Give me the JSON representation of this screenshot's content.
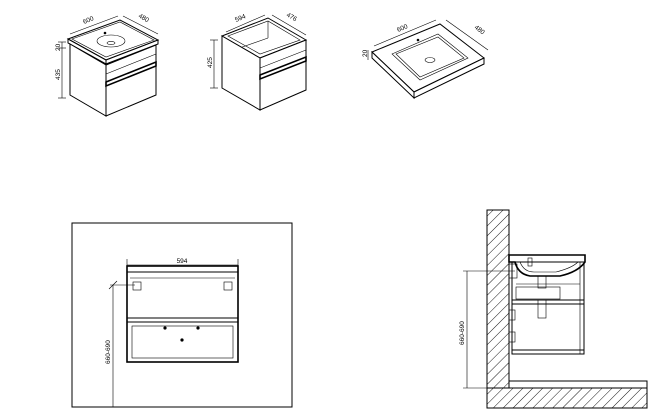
{
  "iso_cabinet_sink": {
    "width": "600",
    "depth": "480",
    "top_h": "20",
    "height": "435"
  },
  "iso_cabinet": {
    "width": "594",
    "depth": "476",
    "height": "425"
  },
  "iso_sink": {
    "width": "600",
    "depth": "480",
    "top_h": "20"
  },
  "front_view": {
    "width": "594",
    "mount_height": "660-690"
  },
  "side_view": {
    "mount_height": "660-690"
  }
}
